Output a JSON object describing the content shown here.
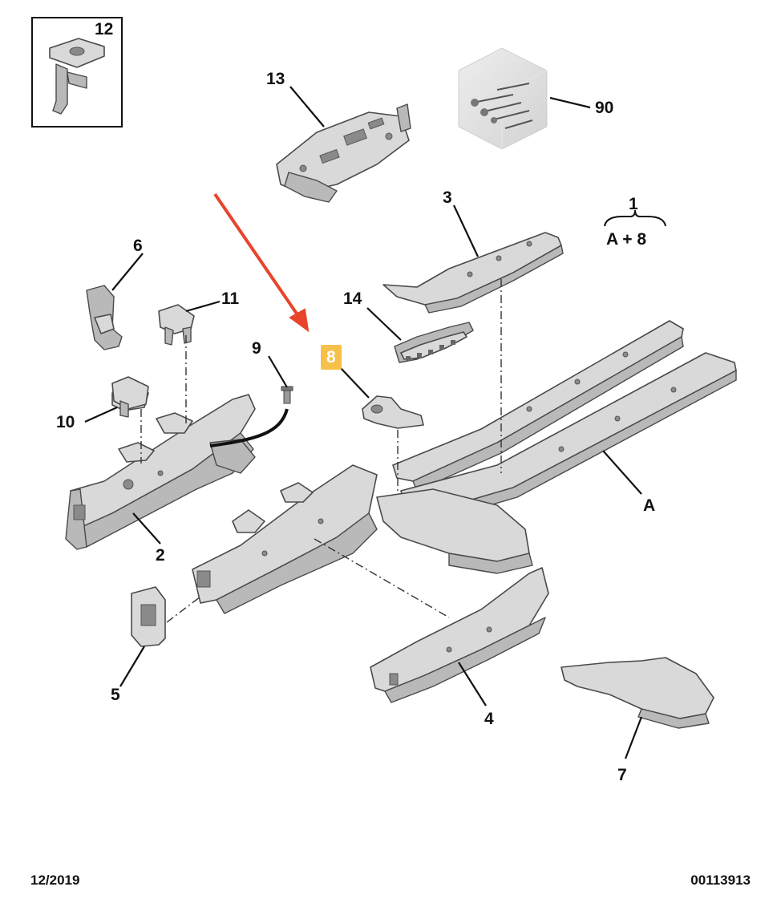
{
  "labels": {
    "p1": "1",
    "p1_sub": "A + 8",
    "p2": "2",
    "p3": "3",
    "p4": "4",
    "p5": "5",
    "p6": "6",
    "p7": "7",
    "p8": "8",
    "p9": "9",
    "p10": "10",
    "p11": "11",
    "p12": "12",
    "p13": "13",
    "p14": "14",
    "p90": "90",
    "pA": "A"
  },
  "footer": {
    "date": "12/2019",
    "reference": "00113913"
  },
  "colors": {
    "highlight": "#f7c04a",
    "arrow": "#e8442c",
    "part_fill": "#d9d9d9",
    "part_stroke": "#4a4a4a"
  },
  "highlighted_part": "8"
}
